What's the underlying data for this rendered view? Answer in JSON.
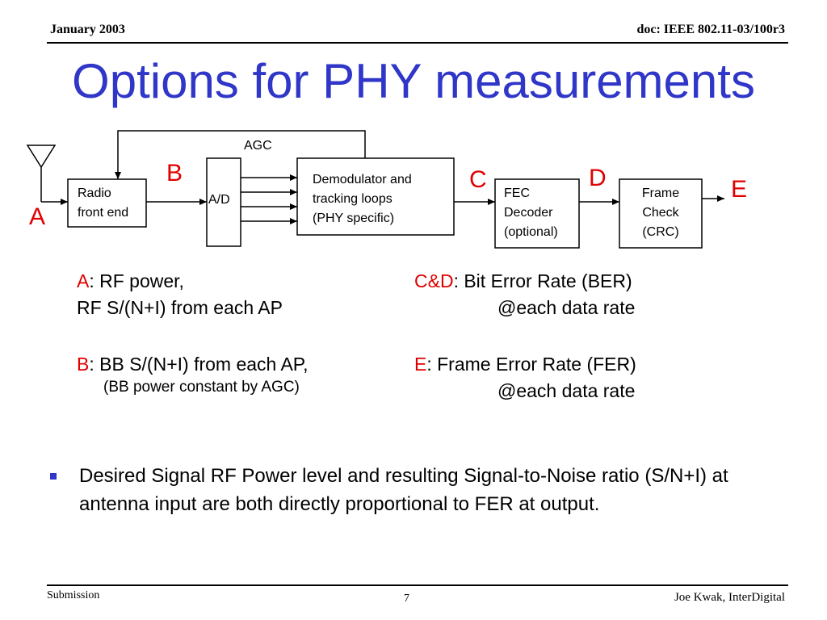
{
  "header": {
    "date": "January 2003",
    "doc_id": "doc: IEEE 802.11-03/100r3"
  },
  "title": "Options for PHY measurements",
  "diagram": {
    "agc_label": "AGC",
    "boxes": {
      "radio_front_end": [
        "Radio",
        "front end"
      ],
      "ad": "A/D",
      "demodulator": [
        "Demodulator and",
        "tracking loops",
        "(PHY specific)"
      ],
      "fec_decoder": [
        "FEC",
        "Decoder",
        "(optional)"
      ],
      "frame_check": [
        "Frame",
        "Check",
        "(CRC)"
      ]
    },
    "points": {
      "a": "A",
      "b": "B",
      "c": "C",
      "d": "D",
      "e": "E"
    },
    "colors": {
      "point_letters": "#e00000",
      "title": "#2f36c8",
      "bullet": "#2f36c8"
    }
  },
  "measurements": {
    "a": {
      "key": "A",
      "line1": ":  RF power,",
      "line2": "RF S/(N+I) from each AP"
    },
    "b": {
      "key": "B",
      "line1": ": BB S/(N+I) from each AP,",
      "note": "(BB power constant by AGC)"
    },
    "cd": {
      "key": "C&D",
      "line1": ":  Bit Error Rate (BER)",
      "line2": "@each data rate"
    },
    "e": {
      "key": "E",
      "line1": ":  Frame Error Rate (FER)",
      "line2": "@each data rate"
    }
  },
  "bullet": "Desired Signal RF Power level and resulting Signal-to-Noise ratio (S/N+I) at antenna input are both directly proportional to FER at output.",
  "footer": {
    "submission": "Submission",
    "page": "7",
    "author": "Joe Kwak, InterDigital"
  }
}
